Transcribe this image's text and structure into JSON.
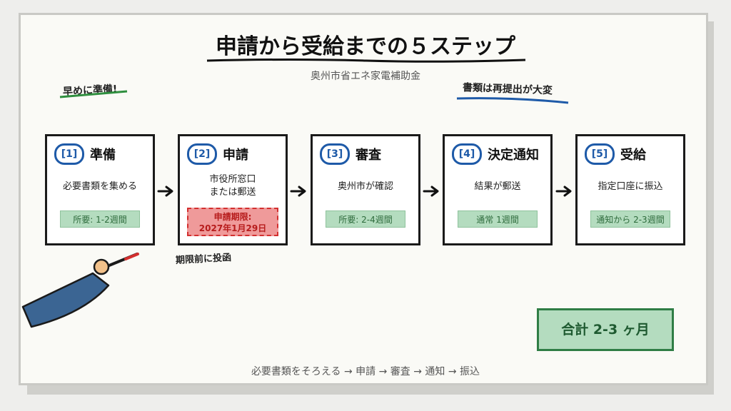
{
  "title": "申請から受給までの５ステップ",
  "subtitle": "奥州市省エネ家電補助金",
  "notes": {
    "left": "早めに準備!",
    "right": "書類は再提出が大変",
    "below_step2": "期限前に投函"
  },
  "steps": [
    {
      "num": "[1]",
      "title": "準備",
      "desc": "必要書類を集める",
      "badge": "所要: 1-2週間"
    },
    {
      "num": "[2]",
      "title": "申請",
      "desc": "市役所窓口\nまたは郵送",
      "deadline_label": "申請期限:",
      "deadline_date": "2027年1月29日"
    },
    {
      "num": "[3]",
      "title": "審査",
      "desc": "奥州市が確認",
      "badge": "所要: 2-4週間"
    },
    {
      "num": "[4]",
      "title": "決定通知",
      "desc": "結果が郵送",
      "badge": "通常 1週間"
    },
    {
      "num": "[5]",
      "title": "受給",
      "desc": "指定口座に振込",
      "badge": "通知から 2-3週間"
    }
  ],
  "total": "合計 2-3 ヶ月",
  "flow": "必要書類をそろえる → 申請 → 審査 → 通知 → 振込",
  "colors": {
    "accent_blue": "#1e5aa8",
    "badge_green": "#b4dcbf",
    "deadline_red": "#ef9a9a"
  }
}
